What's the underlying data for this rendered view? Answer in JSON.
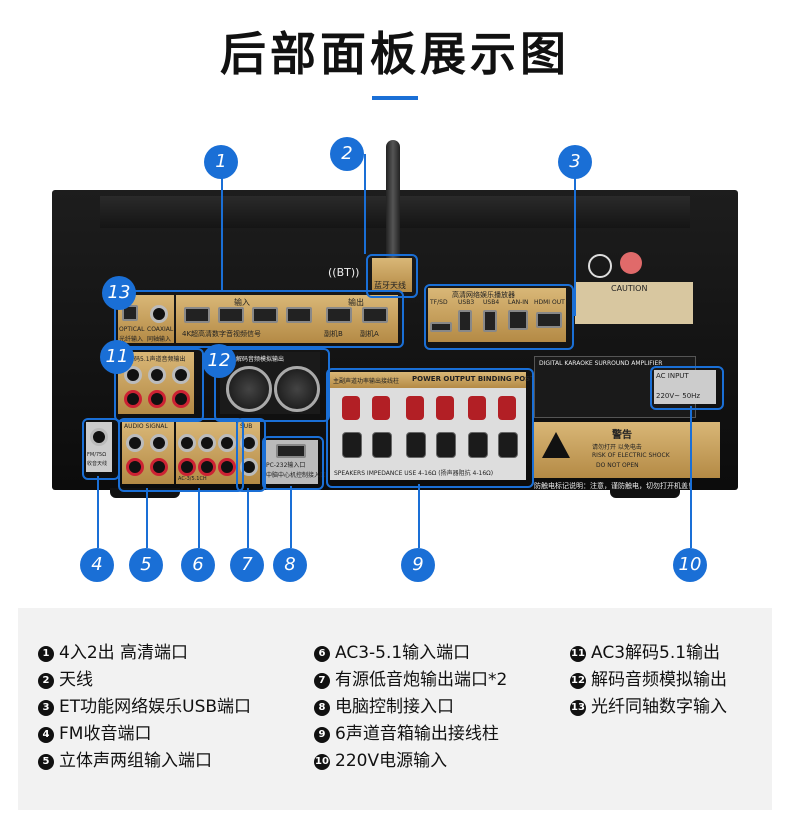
{
  "title": "后部面板展示图",
  "panel_labels": {
    "hdmi_header": "4K超高清数字音视频信号",
    "hdmi_in": "输入",
    "hdmi_out": "输出",
    "out_a": "副机A",
    "out_b": "副机B",
    "optical": "OPTICAL",
    "coaxial": "COAXIAL",
    "optical_cn": "光纤输入",
    "coaxial_cn": "同轴输入",
    "decode_out_header": "解码5.1声道音频输出",
    "decode_xlr_header": "解码音频模拟输出",
    "antenna_label": "蓝牙天线",
    "usb_header": "高清网络娱乐播放器",
    "usb_ports": [
      "TF/SD",
      "USB3",
      "USB4",
      "LAN-IN",
      "HDMI OUT"
    ],
    "caution": "CAUTION",
    "power_output": "POWER OUTPUT BINDING POSTS",
    "power_output_cn": "主副声道功率输出接线柱",
    "speaker_impedance": "SPEAKERS IMPEDANCE USE 4-16Ω (扬声器阻抗 4-16Ω)",
    "audio_signal": "AUDIO SIGNAL",
    "ac3_label": "AC-3/5.1CH",
    "sub_label": "SUB",
    "pc232": "PC-232输入口",
    "pc_ctrl": "中脑中心机控制接入口",
    "fm": "FM/75Ω",
    "fm_cn": "收音天线",
    "ac_input": "AC INPUT",
    "ac_voltage": "220V~ 50Hz",
    "warning": "警告",
    "warning_line1": "请勿打开 以免电击",
    "warning_line2": "RISK OF ELECTRIC SHOCK",
    "warning_line3": "DO NOT OPEN",
    "product_label": "DIGITAL KARAOKE SURROUND AMPLIFIER",
    "bottom_strip": "防触电标记说明：注意，谨防触电，切勿打开机盖！"
  },
  "badges": [
    "1",
    "2",
    "3",
    "4",
    "5",
    "6",
    "7",
    "8",
    "9",
    "10",
    "11",
    "12",
    "13"
  ],
  "legend": {
    "col1": [
      {
        "n": "1",
        "text": "4入2出 高清端口"
      },
      {
        "n": "2",
        "text": "天线"
      },
      {
        "n": "3",
        "text": "ET功能网络娱乐USB端口"
      },
      {
        "n": "4",
        "text": "FM收音端口"
      },
      {
        "n": "5",
        "text": "立体声两组输入端口"
      }
    ],
    "col2": [
      {
        "n": "6",
        "text": "AC3-5.1输入端口"
      },
      {
        "n": "7",
        "text": "有源低音炮输出端口*2"
      },
      {
        "n": "8",
        "text": "电脑控制接入口"
      },
      {
        "n": "9",
        "text": "6声道音箱输出接线柱"
      },
      {
        "n": "10",
        "text": "220V电源输入"
      }
    ],
    "col3": [
      {
        "n": "11",
        "text": "AC3解码5.1输出"
      },
      {
        "n": "12",
        "text": "解码音频模拟输出"
      },
      {
        "n": "13",
        "text": "光纤同轴数字输入"
      }
    ]
  },
  "colors": {
    "accent": "#1a6fd6",
    "panel": "#111111",
    "gold": "#c9a15a"
  }
}
